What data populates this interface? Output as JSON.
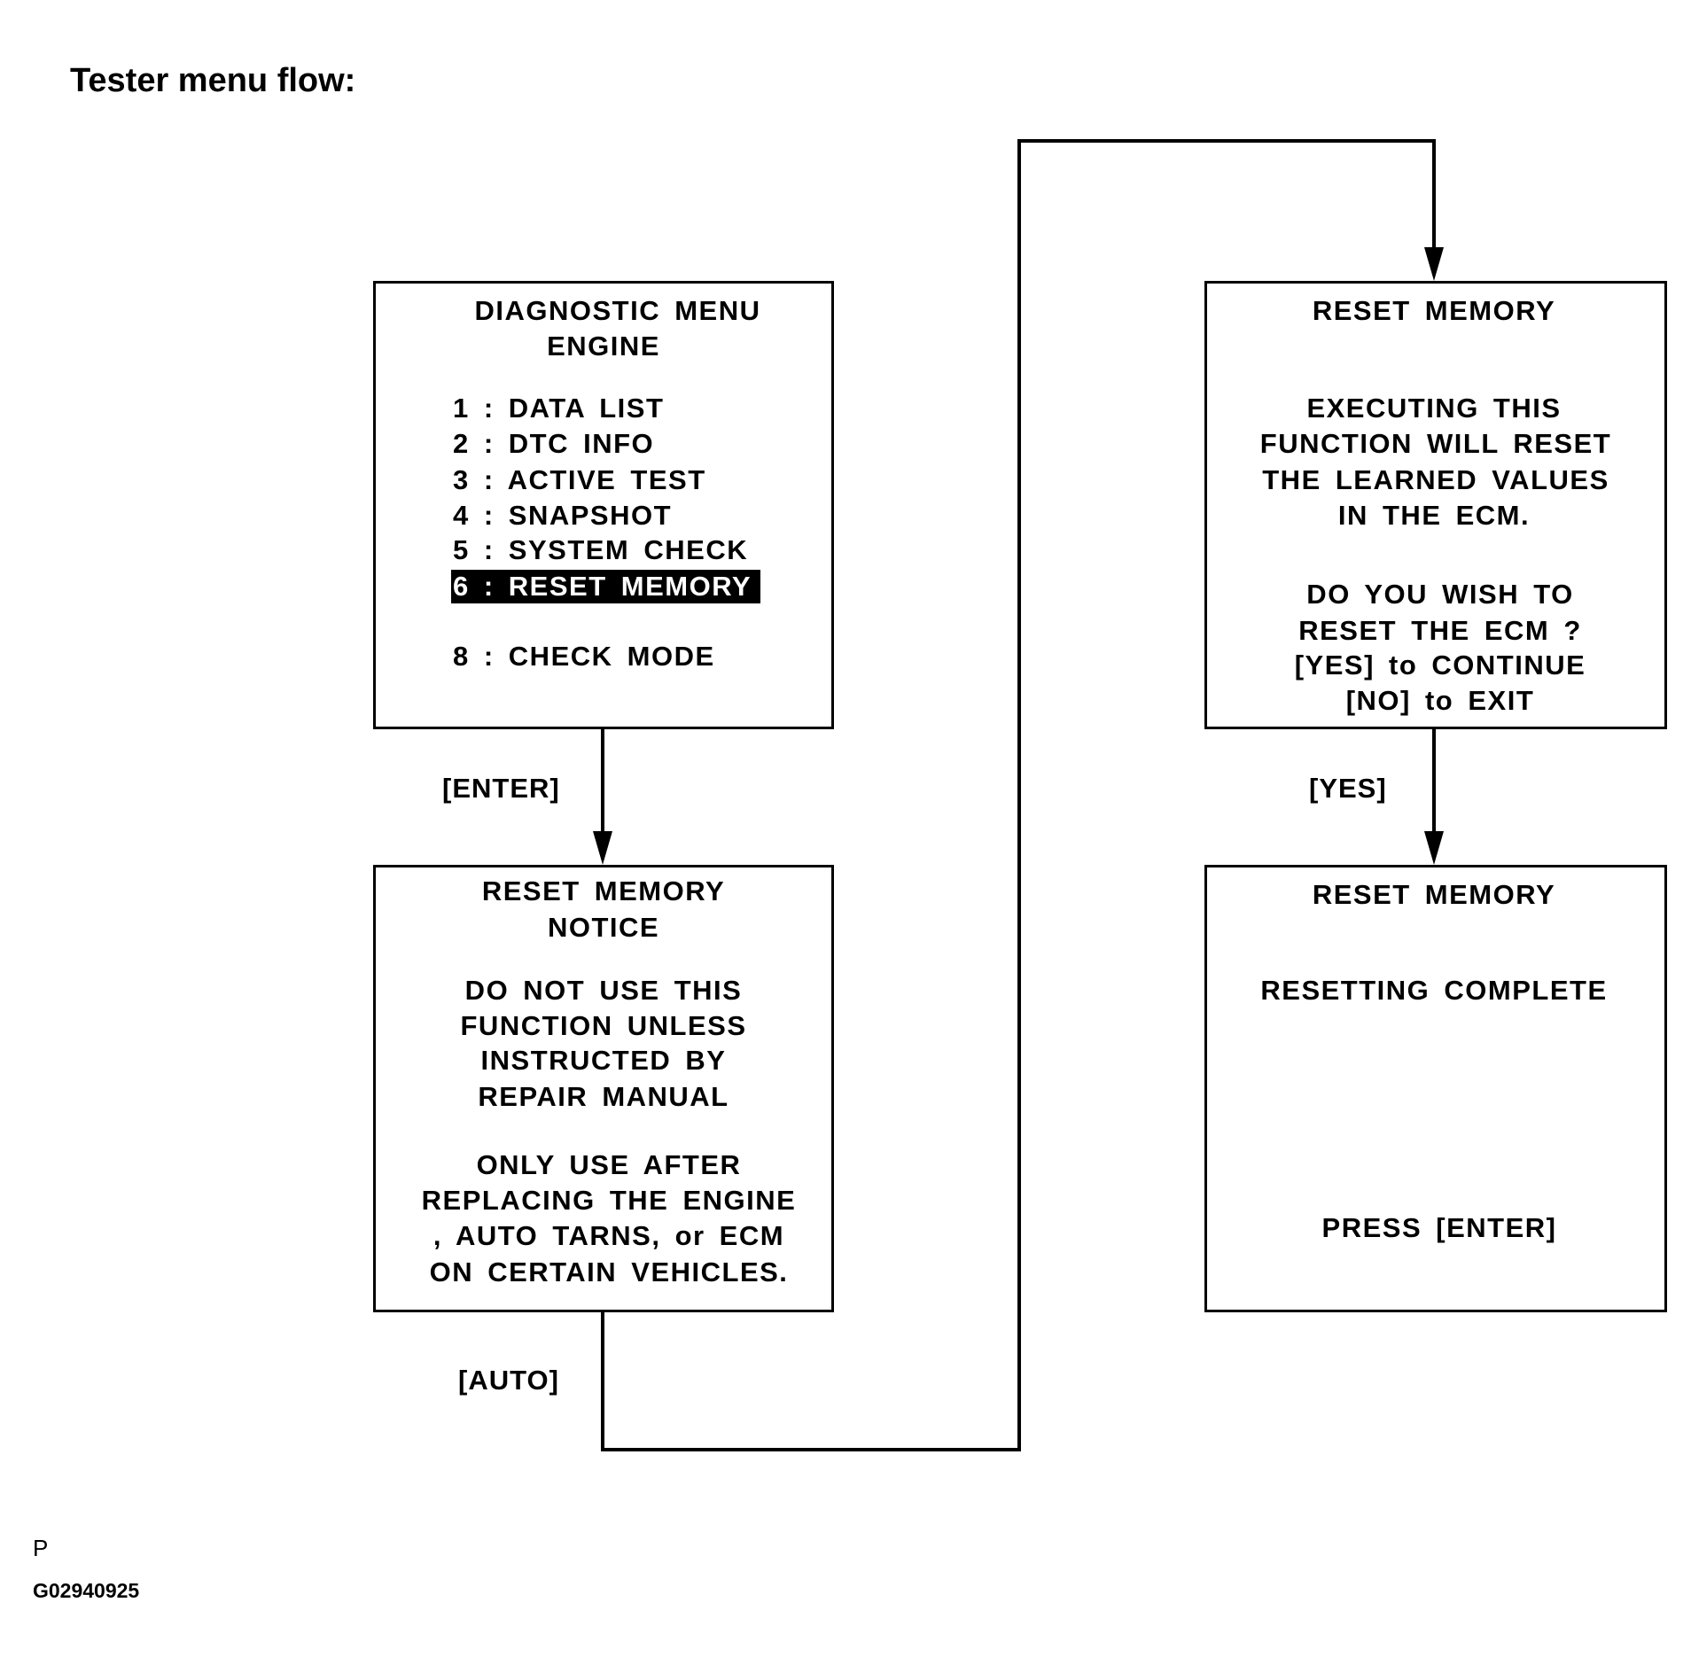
{
  "title": "Tester menu flow:",
  "boxes": {
    "diagnostic_menu": {
      "heading": [
        "DIAGNOSTIC MENU",
        "ENGINE"
      ],
      "items": [
        "1 : DATA LIST",
        "2 : DTC INFO",
        "3 : ACTIVE TEST",
        "4 : SNAPSHOT",
        "5 : SYSTEM CHECK",
        "6 : RESET MEMORY",
        "8 : CHECK MODE"
      ],
      "selected": "6 : RESET MEMORY"
    },
    "notice": {
      "lines": [
        "RESET MEMORY",
        "NOTICE",
        "DO NOT USE THIS",
        "FUNCTION UNLESS",
        "INSTRUCTED BY",
        "REPAIR MANUAL",
        "ONLY USE AFTER",
        "REPLACING THE ENGINE",
        ", AUTO TARNS, or ECM",
        "ON CERTAIN VEHICLES."
      ]
    },
    "confirm": {
      "lines": [
        "RESET MEMORY",
        "EXECUTING THIS",
        "FUNCTION WILL RESET",
        "THE LEARNED VALUES",
        "IN THE ECM.",
        "DO YOU WISH TO",
        "RESET THE ECM ?",
        "[YES] to CONTINUE",
        "[NO] to EXIT"
      ]
    },
    "complete": {
      "lines": [
        "RESET MEMORY",
        "RESETTING COMPLETE",
        "PRESS [ENTER]"
      ]
    }
  },
  "arrows": {
    "enter_label": "[ENTER]",
    "auto_label": "[AUTO]",
    "yes_label": "[YES]"
  },
  "footer": {
    "mark": "P",
    "code": "G02940925"
  }
}
